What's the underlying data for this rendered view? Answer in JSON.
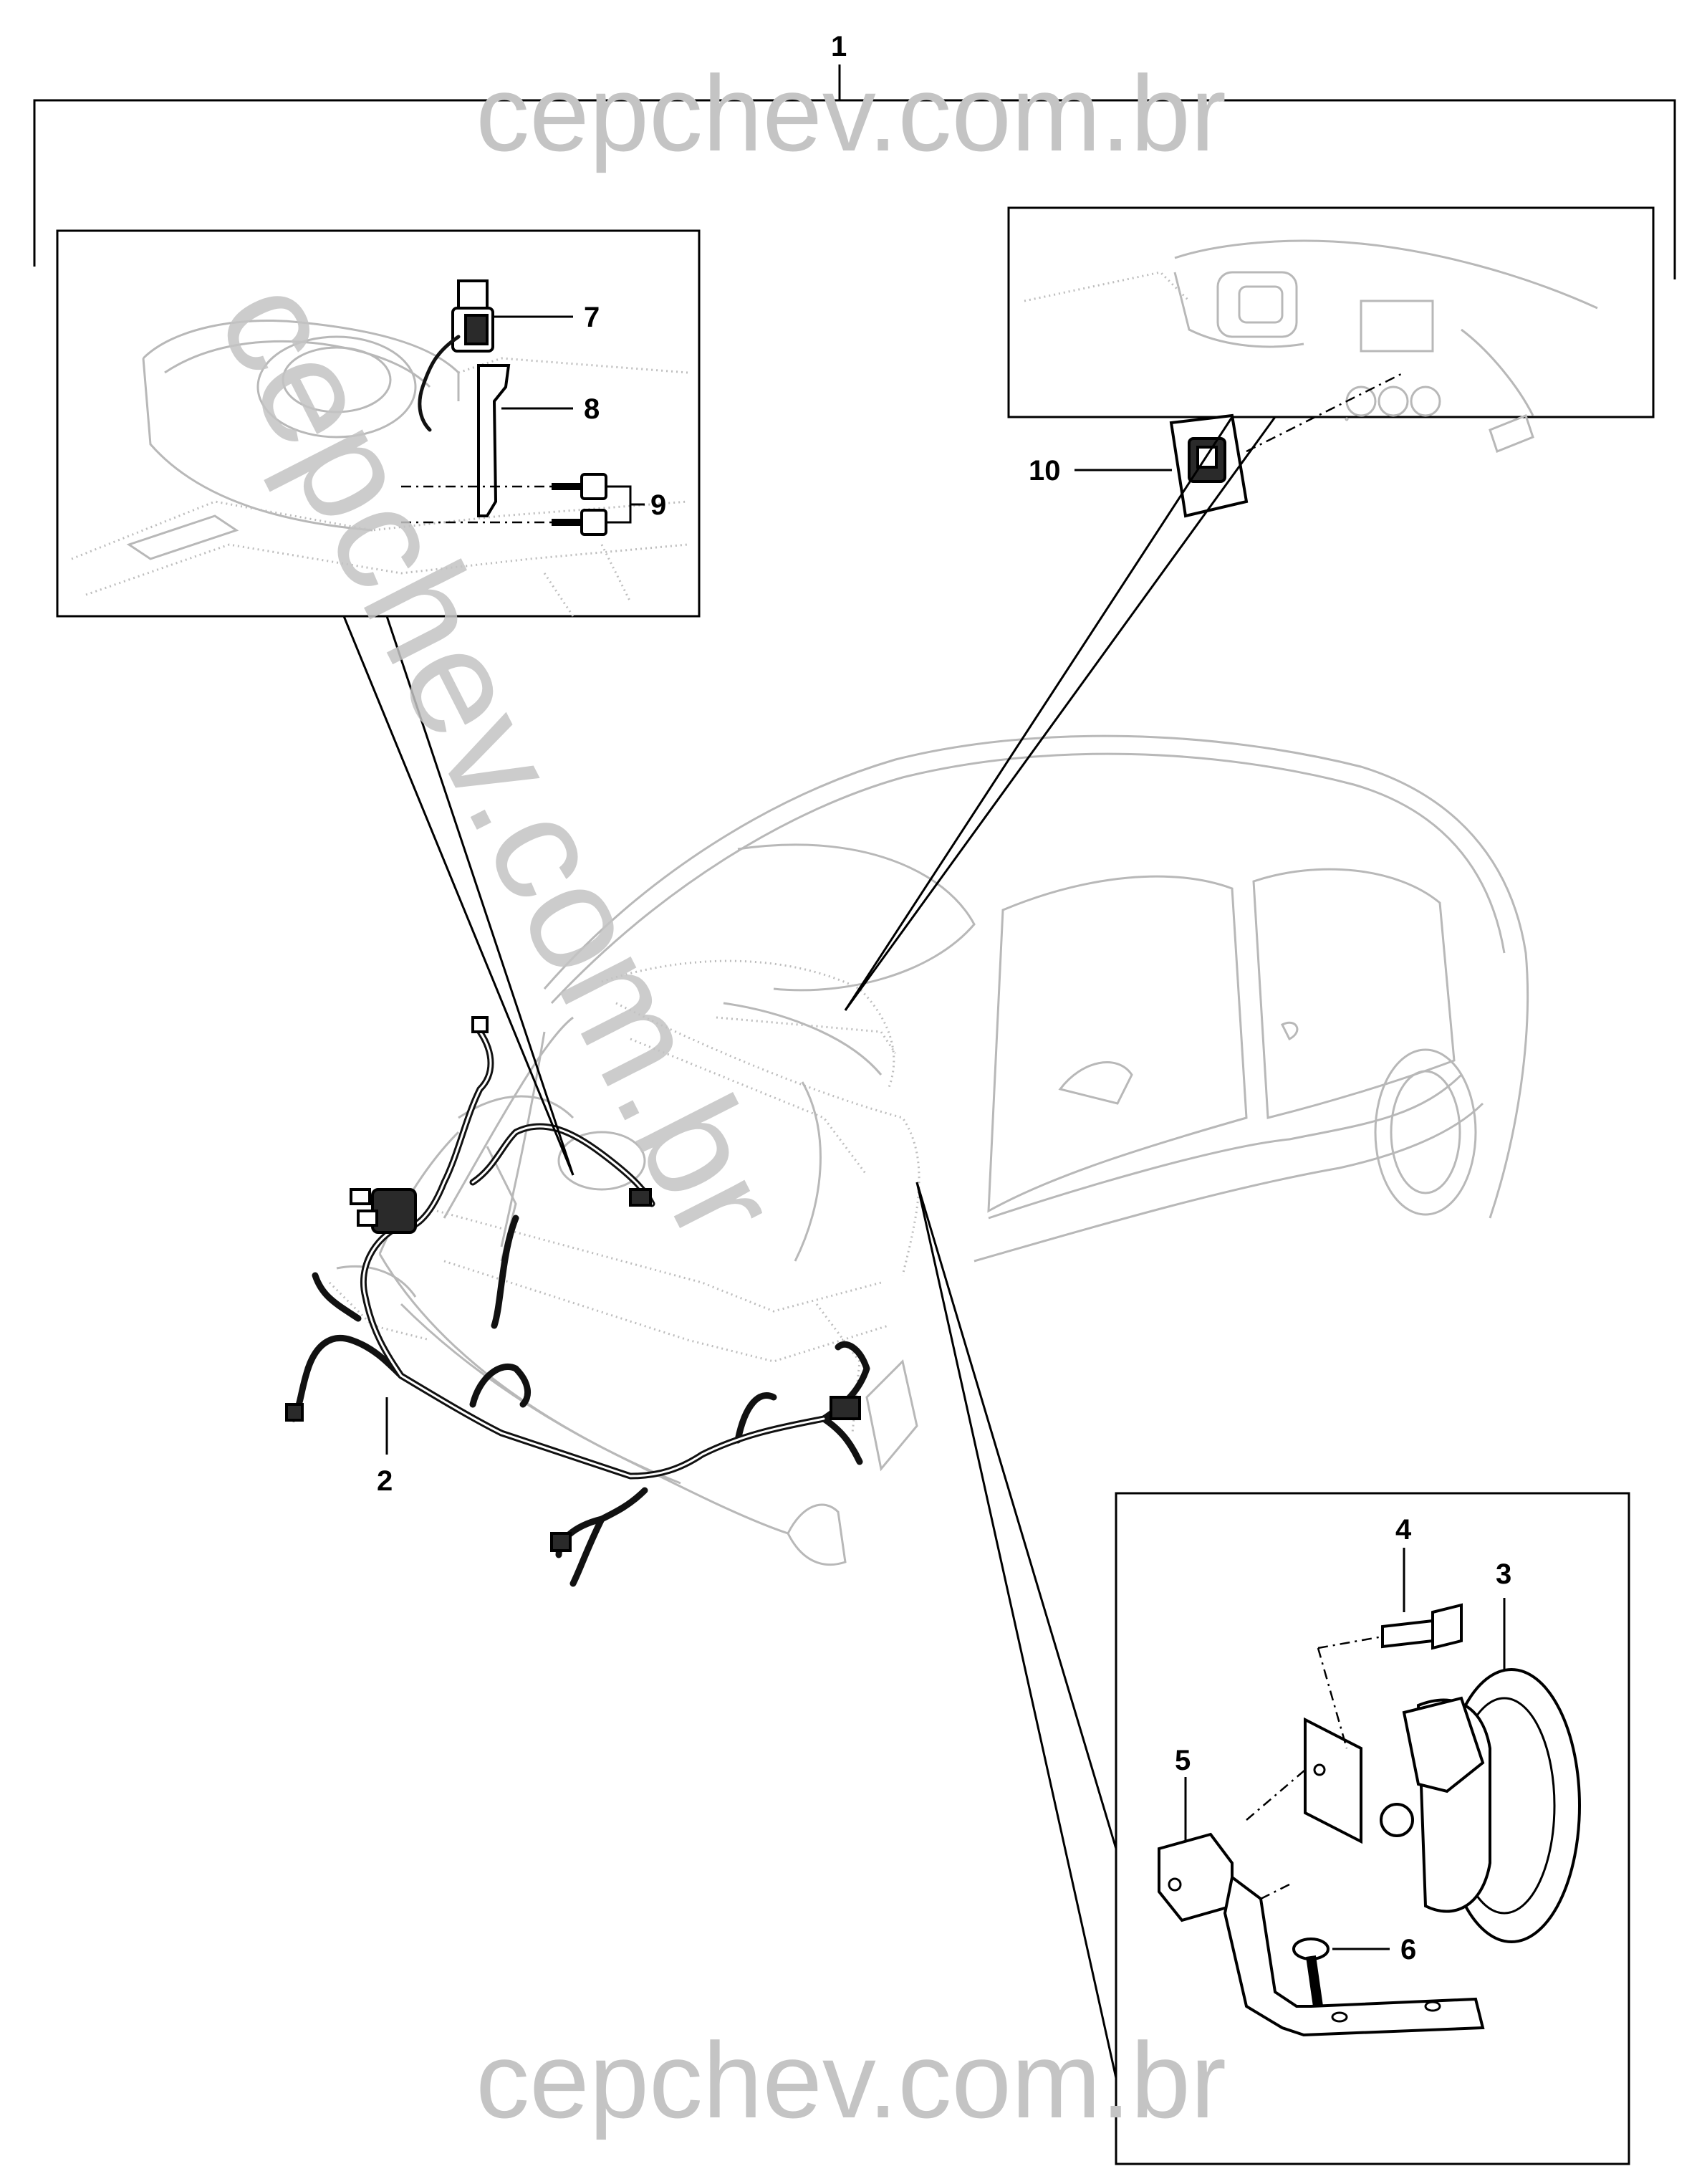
{
  "watermark": {
    "top": "cepchev.com.br",
    "bottom": "cepchev.com.br",
    "diagonal": "cepchev.com.br"
  },
  "callouts": {
    "c1": "1",
    "c2": "2",
    "c3": "3",
    "c4": "4",
    "c5": "5",
    "c6": "6",
    "c7": "7",
    "c8": "8",
    "c9": "9",
    "c10": "10"
  },
  "colors": {
    "line": "#000000",
    "ghost": "#b8b8b8",
    "watermark": "#c4c4c4",
    "background": "#ffffff"
  }
}
